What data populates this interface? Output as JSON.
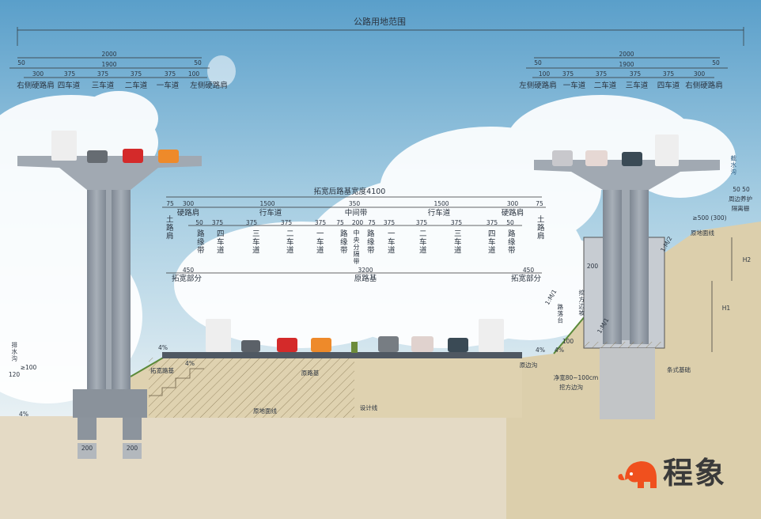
{
  "title": "公路用地范围",
  "left_bridge": {
    "total": "2000",
    "edge_left": "50",
    "inner": "1900",
    "edge_right": "50",
    "lane_widths": [
      "300",
      "375",
      "375",
      "375",
      "375",
      "100"
    ],
    "lane_labels": [
      "右侧硬路肩",
      "四车道",
      "三车道",
      "二车道",
      "一车道",
      "左侧硬路肩"
    ]
  },
  "right_bridge": {
    "total": "2000",
    "edge_left": "50",
    "inner": "1900",
    "edge_right": "50",
    "lane_widths": [
      "100",
      "375",
      "375",
      "375",
      "375",
      "300"
    ],
    "lane_labels": [
      "左侧硬路肩",
      "一车道",
      "二车道",
      "三车道",
      "四车道",
      "右侧硬路肩"
    ]
  },
  "widened": {
    "total_label": "拓宽后路基宽度4100",
    "row1_values": [
      "75",
      "300",
      "1500",
      "350",
      "1500",
      "300",
      "75"
    ],
    "row1_labels": [
      "硬路肩",
      "行车道",
      "中间带",
      "行车道",
      "硬路肩"
    ],
    "row2_values": [
      "50",
      "375",
      "375",
      "375",
      "375",
      "75",
      "200",
      "75",
      "375",
      "375",
      "375",
      "375",
      "50"
    ],
    "vertical_labels": [
      "土路肩",
      "路缘带",
      "四车道",
      "三车道",
      "二车道",
      "一车道",
      "路缘带",
      "中央分隔带",
      "路缘带",
      "一车道",
      "二车道",
      "三车道",
      "四车道",
      "路缘带",
      "土路肩"
    ],
    "bottom_values": [
      "450",
      "3200",
      "450"
    ],
    "bottom_labels": [
      "拓宽部分",
      "原路基",
      "拓宽部分"
    ]
  },
  "annotations": {
    "drain_left": "排水沟",
    "drain_min": "≥100",
    "drain_120": "120",
    "slope_4pct": "4%",
    "widened_subgrade": "拓宽路基",
    "original_subgrade": "原路基",
    "original_ground": "原地面线",
    "design_line": "设计线",
    "pile_200": "200",
    "original_ditch": "原边沟",
    "clear_width": "净宽80~100cm",
    "cut_ditch": "挖方边沟",
    "berm": "路落台",
    "berm_100": "100",
    "cut_slope": "挖方边坡",
    "slope_ratio": "1:M/1",
    "slope_ratio2": "1:M/2",
    "dim_200": "200",
    "strip_foundation": "条式基础",
    "h1": "H1",
    "h2": "H2",
    "ground_line_right": "原地面线",
    "setback": "≥500 (300)",
    "dim_50_50": "50 50",
    "fence": "隔离栅",
    "maintenance": "周边养护",
    "intercept_ditch": "截水沟"
  },
  "logo": {
    "text": "程象",
    "color": "#f0501e"
  },
  "colors": {
    "sky_top": "#5a9fca",
    "ground": "#e4dac5",
    "concrete": "#9aa3ad",
    "road": "#4f5862"
  }
}
